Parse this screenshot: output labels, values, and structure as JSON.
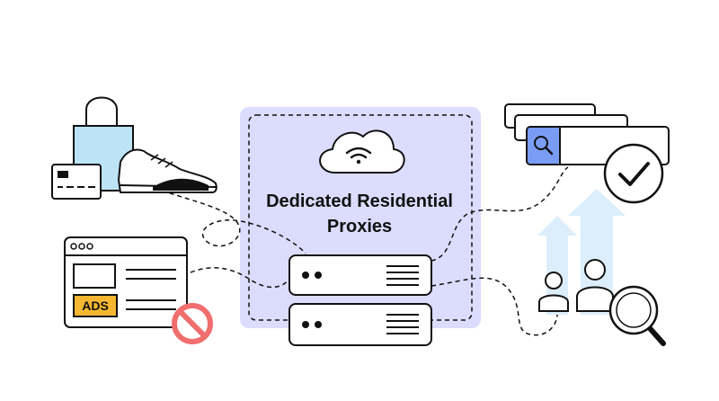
{
  "center": {
    "title_line1": "Dedicated Residential",
    "title_line2": "Proxies"
  },
  "ad_window": {
    "badge_label": "ADS"
  },
  "icons": [
    "shopping-bag-icon",
    "credit-card-icon",
    "sneaker-icon",
    "browser-window-icon",
    "no-entry-icon",
    "cloud-wifi-icon",
    "server-icon",
    "search-bar-icon",
    "checkmark-icon",
    "growth-arrows-icon",
    "users-icon",
    "magnifier-icon"
  ],
  "colors": {
    "panel_fill": "#dcdcff",
    "bag_fill": "#bde3f7",
    "ads_badge": "#f5b731",
    "no_entry": "#f06e6e",
    "search_button": "#7a9cf5",
    "arrow_fill": "#dceefb",
    "outline": "#111111"
  }
}
